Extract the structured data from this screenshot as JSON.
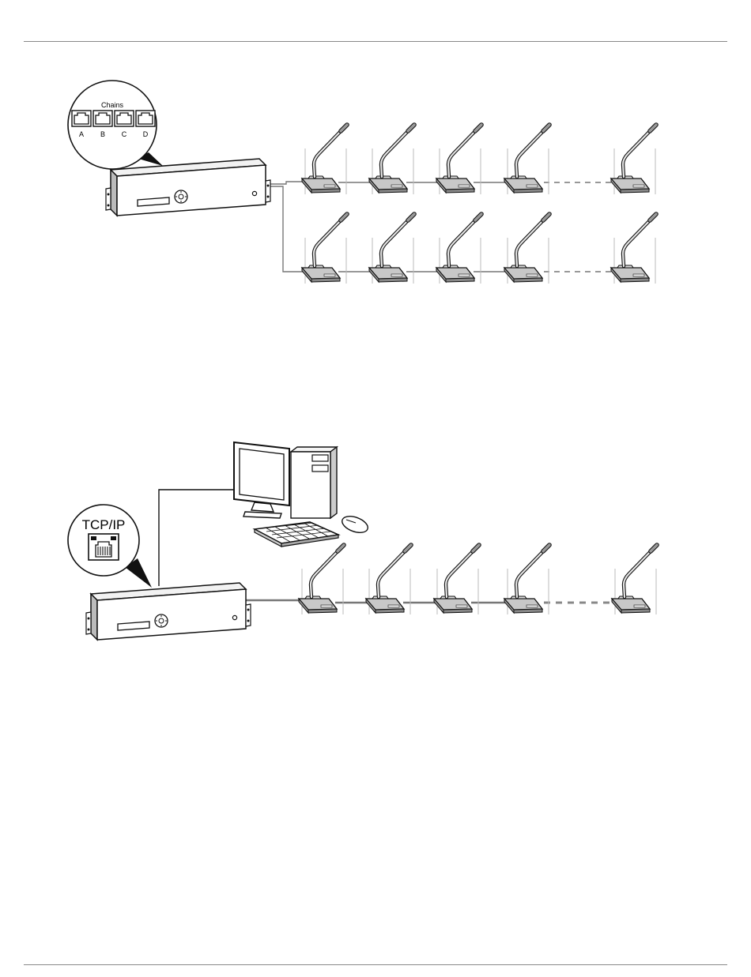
{
  "diagram1": {
    "callout_title": "Chains",
    "ports": [
      "A",
      "B",
      "C",
      "D"
    ],
    "rows": 2,
    "units_per_row": 5
  },
  "diagram2": {
    "callout_title": "TCP/IP",
    "units_per_row": 5
  },
  "colors": {
    "line": "#777777",
    "outline": "#111111",
    "unit_fill": "#c8c8c8"
  }
}
